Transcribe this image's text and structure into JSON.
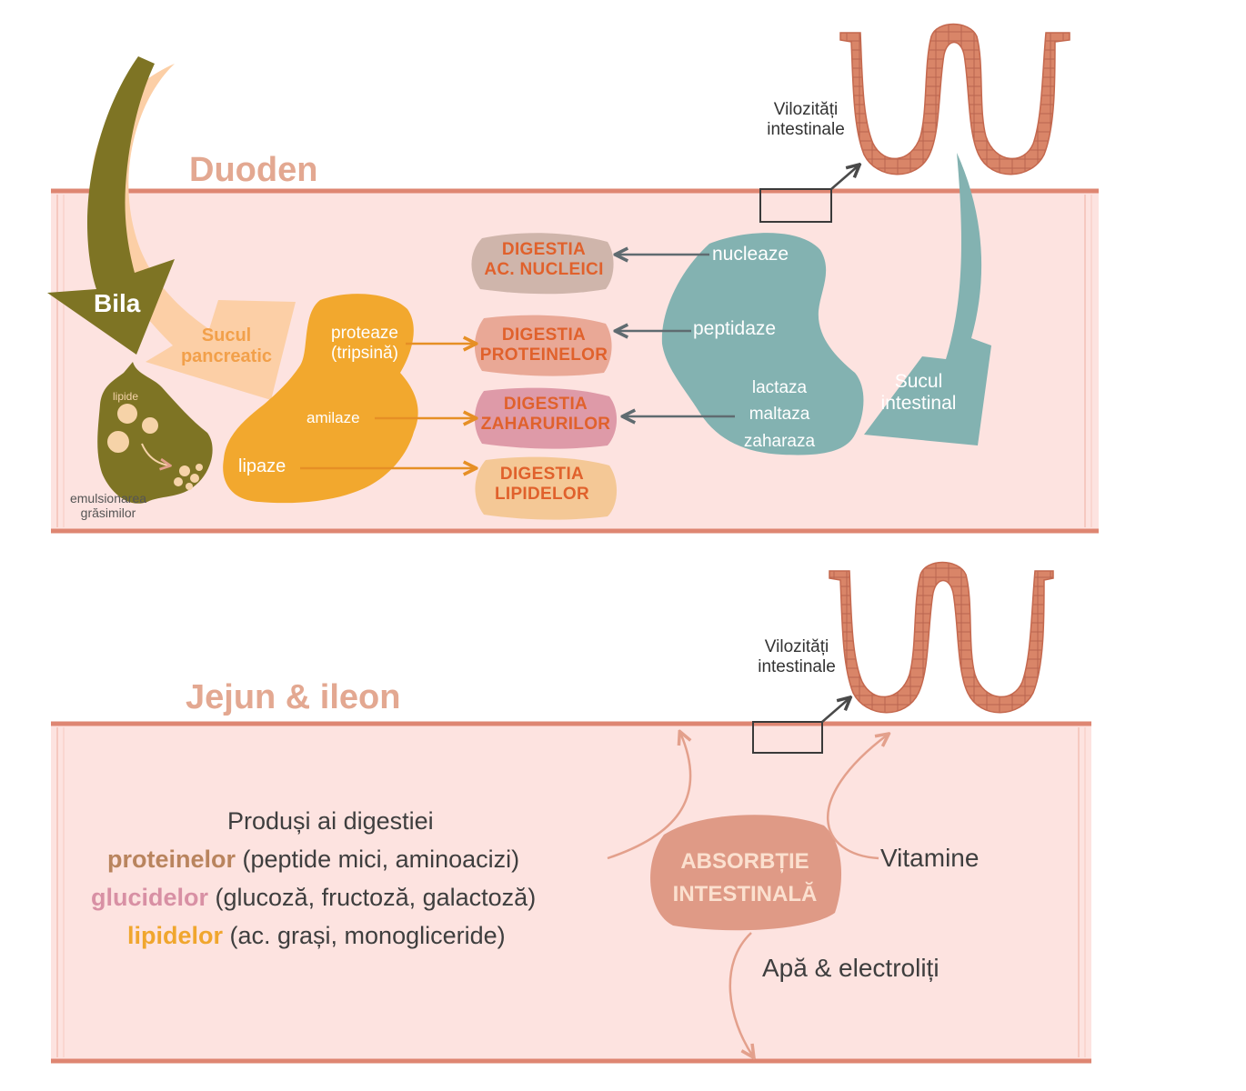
{
  "duoden": {
    "title": "Duoden",
    "villi_label_1": "Vilozități",
    "villi_label_2": "intestinale",
    "bila": "Bila",
    "lipide": "lipide",
    "emulsion_1": "emulsionarea",
    "emulsion_2": "grăsimilor",
    "sucul_pancreatic_1": "Sucul",
    "sucul_pancreatic_2": "pancreatic",
    "sucul_intestinal_1": "Sucul",
    "sucul_intestinal_2": "intestinal",
    "pancreatic_enzymes": {
      "proteaze_1": "proteaze",
      "proteaze_2": "(tripsină)",
      "amilaze": "amilaze",
      "lipaze": "lipaze"
    },
    "intestinal_enzymes": {
      "nucleaze": "nucleaze",
      "peptidaze": "peptidaze",
      "lactaza": "lactaza",
      "maltaza": "maltaza",
      "zaharaza": "zaharaza"
    },
    "digestion": {
      "acizi_1": "DIGESTIA",
      "acizi_2": "AC. NUCLEICI",
      "proteine_1": "DIGESTIA",
      "proteine_2": "PROTEINELOR",
      "zaharuri_1": "DIGESTIA",
      "zaharuri_2": "ZAHARURILOR",
      "lipide_1": "DIGESTIA",
      "lipide_2": "LIPIDELOR"
    }
  },
  "jejun": {
    "title": "Jejun & ileon",
    "villi_label_1": "Vilozități",
    "villi_label_2": "intestinale",
    "products_title": "Produși ai digestiei",
    "proteinelor_word": "proteinelor",
    "proteinelor_rest": " (peptide mici, aminoacizi)",
    "glucidelor_word": "glucidelor",
    "glucidelor_rest": " (glucoză, fructoză, galactoză)",
    "lipidelor_word": "lipidelor",
    "lipidelor_rest": " (ac. grași, monogliceride)",
    "absorbtie_1": "ABSORBȚIE",
    "absorbtie_2": "INTESTINALĂ",
    "vitamine": "Vitamine",
    "apa": "Apă & electroliți"
  },
  "colors": {
    "band": "#fde3e0",
    "band_line": "#de8672",
    "bila": "#7e7424",
    "pancreatic": "#fccfa6",
    "enzymes": "#f2a82e",
    "intestinal": "#83b2b1",
    "nucleic": "#cfb5ab",
    "protein": "#e9a896",
    "sugar": "#de9aa8",
    "lipid": "#f4c896",
    "villi": "#d98568",
    "title": "#e3a891",
    "absorb": "#df9a86"
  },
  "icons": [
    "villi-icon",
    "magnifier-box-icon",
    "arrow-icon"
  ]
}
